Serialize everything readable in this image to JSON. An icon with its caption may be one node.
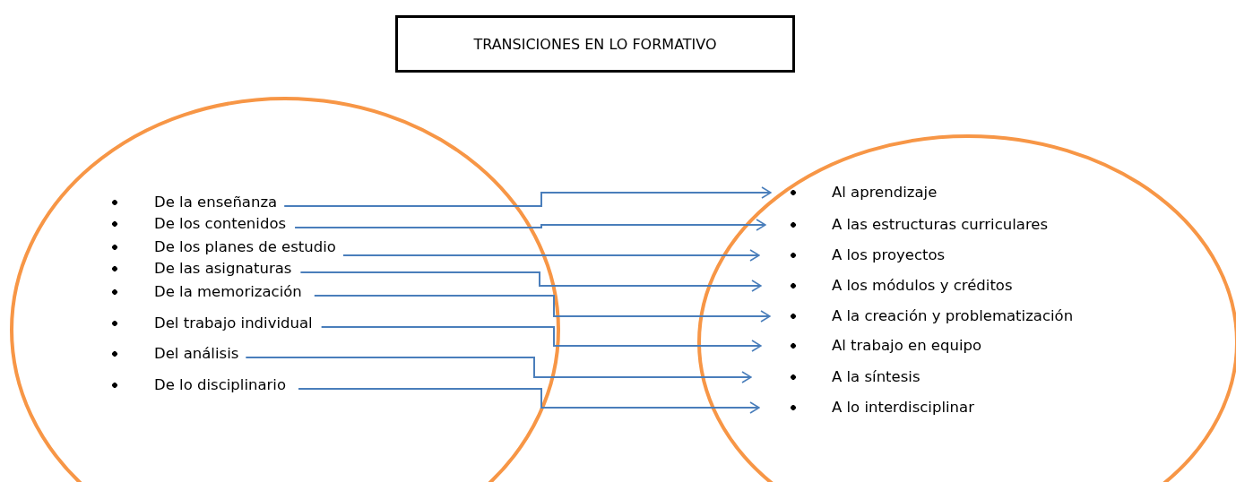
{
  "diagram": {
    "nodes": [
      {
        "text": [
          "TRANSICIONES EN LO FORMATIVO"
        ]
      },
      {
        "text": [],
        "shape": "ellipse"
      },
      {
        "text": [
          "De la enseñanza"
        ],
        "in": 1
      },
      {
        "text": [
          "De los contenidos"
        ],
        "in": 1
      },
      {
        "text": [
          "De los planes de estudio"
        ],
        "in": 1
      },
      {
        "text": [
          "De las asignaturas"
        ],
        "in": 1
      },
      {
        "text": [
          "De la memorización"
        ],
        "in": 1
      },
      {
        "text": [
          "Del trabajo individual"
        ],
        "in": 1
      },
      {
        "text": [
          "Del análisis"
        ],
        "in": 1
      },
      {
        "text": [
          "De lo disciplinario"
        ],
        "in": 1
      },
      {
        "text": [],
        "shape": "ellipse"
      },
      {
        "text": [
          "Al aprendizaje"
        ],
        "in": 10
      },
      {
        "text": [
          "A las estructuras  curriculares"
        ],
        "in": 10
      },
      {
        "text": [
          "A los proyectos"
        ],
        "in": 10
      },
      {
        "text": [
          "A los módulos y  créditos"
        ],
        "in": 10
      },
      {
        "text": [
          "A la creación y  problematización"
        ],
        "in": 10
      },
      {
        "text": [
          "Al trabajo en equipo"
        ],
        "in": 10
      },
      {
        "text": [
          "A la síntesis"
        ],
        "in": 10
      },
      {
        "text": [
          "A lo interdisciplinar"
        ],
        "in": 10
      }
    ],
    "edges": [
      {
        "from": 2,
        "to": 11,
        "arrow": "to"
      },
      {
        "from": 3,
        "to": 12,
        "arrow": "to"
      },
      {
        "from": 4,
        "to": 13,
        "arrow": "to"
      },
      {
        "from": 5,
        "to": 14,
        "arrow": "to"
      },
      {
        "from": 6,
        "to": 15,
        "arrow": "to"
      },
      {
        "from": 7,
        "to": 16,
        "arrow": "to"
      },
      {
        "from": 8,
        "to": 17,
        "arrow": "to"
      },
      {
        "from": 9,
        "to": 18,
        "arrow": "to"
      }
    ]
  }
}
